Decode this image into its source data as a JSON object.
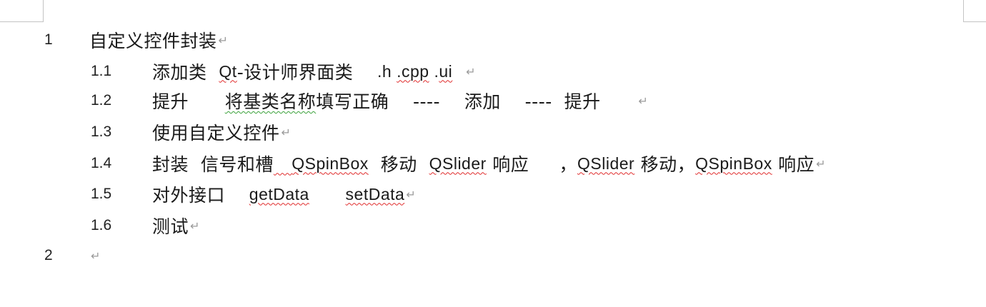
{
  "document": {
    "lines": [
      {
        "number": "1",
        "level": 1,
        "segments": [
          {
            "text": "自定义控件封装",
            "style": "normal"
          }
        ],
        "mark": "↵"
      },
      {
        "number": "1.1",
        "level": 2,
        "segments": [
          {
            "text": "添加类  ",
            "style": "normal"
          },
          {
            "text": "Qt",
            "style": "err-latin"
          },
          {
            "text": "-设计师界面类    ",
            "style": "normal"
          },
          {
            "text": ".h ",
            "style": "latin"
          },
          {
            "text": ".cpp",
            "style": "err-latin"
          },
          {
            "text": " .",
            "style": "latin"
          },
          {
            "text": "ui",
            "style": "err-latin"
          },
          {
            "text": "  ",
            "style": "normal"
          }
        ],
        "mark": "↵"
      },
      {
        "number": "1.2",
        "level": 2,
        "segments": [
          {
            "text": "提升      ",
            "style": "normal"
          },
          {
            "text": "将基类名称",
            "style": "gram"
          },
          {
            "text": "填写正确    ----    添加    ----  提升      ",
            "style": "normal"
          }
        ],
        "mark": "↵"
      },
      {
        "number": "1.3",
        "level": 2,
        "segments": [
          {
            "text": "使用自定义控件",
            "style": "normal"
          }
        ],
        "mark": "↵"
      },
      {
        "number": "1.4",
        "level": 2,
        "segments": [
          {
            "text": "封装  信号和槽",
            "style": "normal"
          },
          {
            "text": "   ",
            "style": "err"
          },
          {
            "text": "QSpinBox",
            "style": "err-latin"
          },
          {
            "text": "  移动  ",
            "style": "normal"
          },
          {
            "text": "QSlider",
            "style": "err-latin"
          },
          {
            "text": " 响应     ，",
            "style": "normal"
          },
          {
            "text": "QSlider",
            "style": "err-latin"
          },
          {
            "text": " 移动，",
            "style": "normal"
          },
          {
            "text": "QSpinBox",
            "style": "err-latin"
          },
          {
            "text": " 响应",
            "style": "normal"
          }
        ],
        "mark": "↵"
      },
      {
        "number": "1.5",
        "level": 2,
        "segments": [
          {
            "text": "对外接口    ",
            "style": "normal"
          },
          {
            "text": "getData",
            "style": "err-latin"
          },
          {
            "text": "      ",
            "style": "normal"
          },
          {
            "text": "setData",
            "style": "err-latin"
          }
        ],
        "mark": "↵"
      },
      {
        "number": "1.6",
        "level": 2,
        "segments": [
          {
            "text": "测试",
            "style": "normal"
          }
        ],
        "mark": "↵"
      },
      {
        "number": "2",
        "level": 1,
        "segments": [],
        "mark": "↵"
      }
    ]
  },
  "colors": {
    "spelling_error": "#e02a2a",
    "grammar_error": "#3aa13a",
    "formatting_mark": "#9a9a9a",
    "text": "#1a1a1a"
  }
}
